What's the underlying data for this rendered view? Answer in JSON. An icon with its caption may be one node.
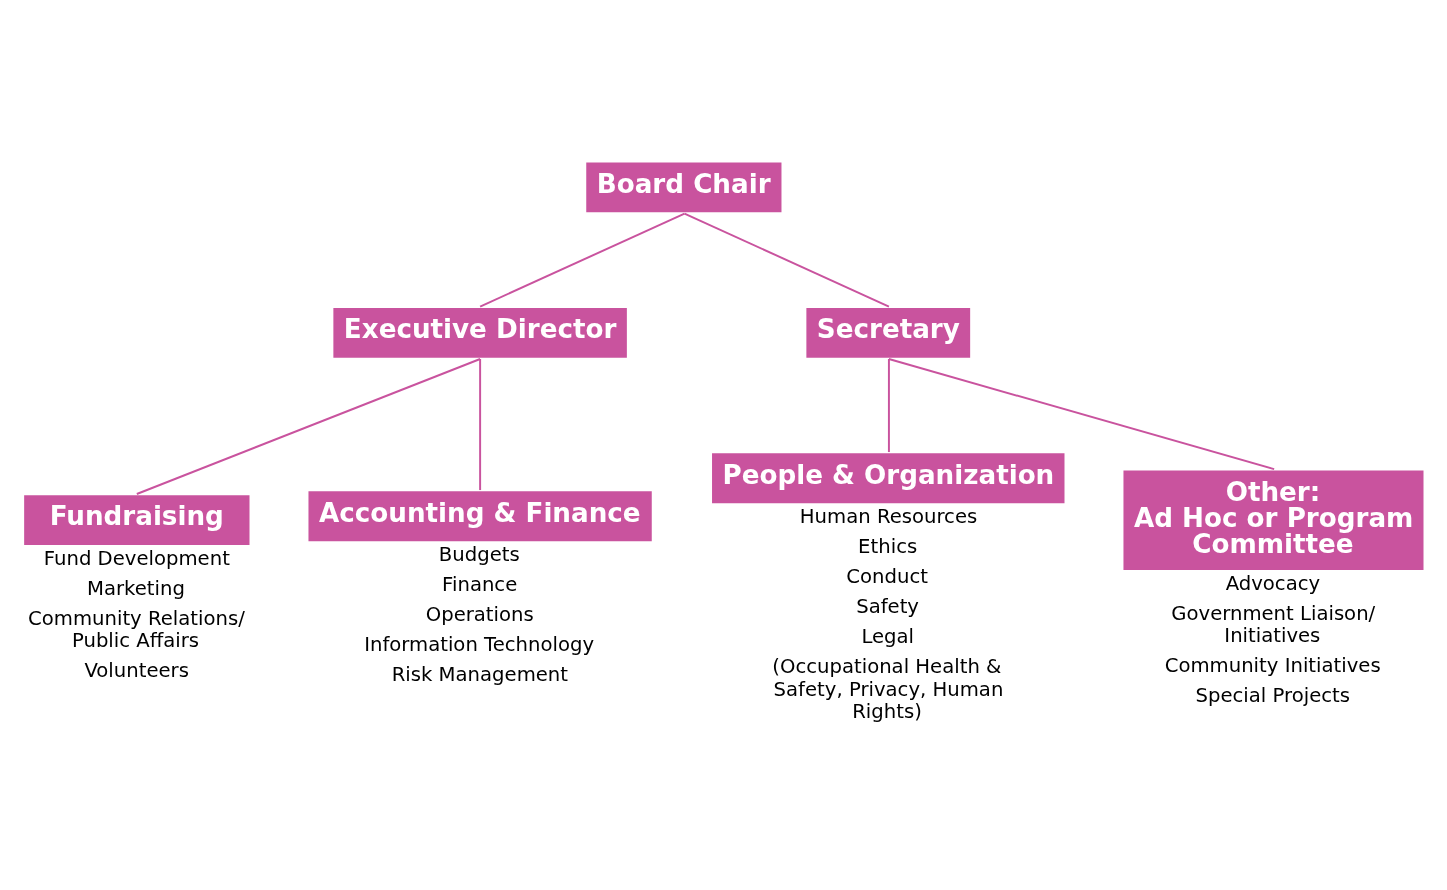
{
  "diagram": {
    "nodes": [
      {
        "text": [
          "Board Chair"
        ]
      },
      {
        "text": [
          "Executive Director"
        ]
      },
      {
        "text": [
          "Secretary"
        ]
      },
      {
        "text": [
          "Fundraising"
        ],
        "beside": [
          "Fund Development",
          "Marketing",
          "Community Relations/ Public Affairs",
          "Volunteers"
        ]
      },
      {
        "text": [
          "Accounting & Finance"
        ],
        "beside": [
          "Budgets",
          "Finance",
          "Operations",
          "Information Technology",
          "Risk Management"
        ]
      },
      {
        "text": [
          "People & Organization"
        ],
        "beside": [
          "Human Resources",
          "Ethics",
          "Conduct",
          "Safety",
          "Legal",
          "(Occupational Health & Safety, Privacy, Human Rights)"
        ]
      },
      {
        "text": [
          "Other:",
          "Ad Hoc or Program Committee"
        ],
        "beside": [
          "Advocacy",
          "Government Liaison/ Initiatives",
          "Community Initiatives",
          "Special Projects"
        ]
      }
    ],
    "edges": [
      {
        "from": 0,
        "to": 1,
        "arrow": "none"
      },
      {
        "from": 0,
        "to": 2,
        "arrow": "none"
      },
      {
        "from": 1,
        "to": 3,
        "arrow": "none"
      },
      {
        "from": 1,
        "to": 4,
        "arrow": "none"
      },
      {
        "from": 2,
        "to": 5,
        "arrow": "none"
      },
      {
        "from": 2,
        "to": 6,
        "arrow": "none"
      }
    ]
  }
}
